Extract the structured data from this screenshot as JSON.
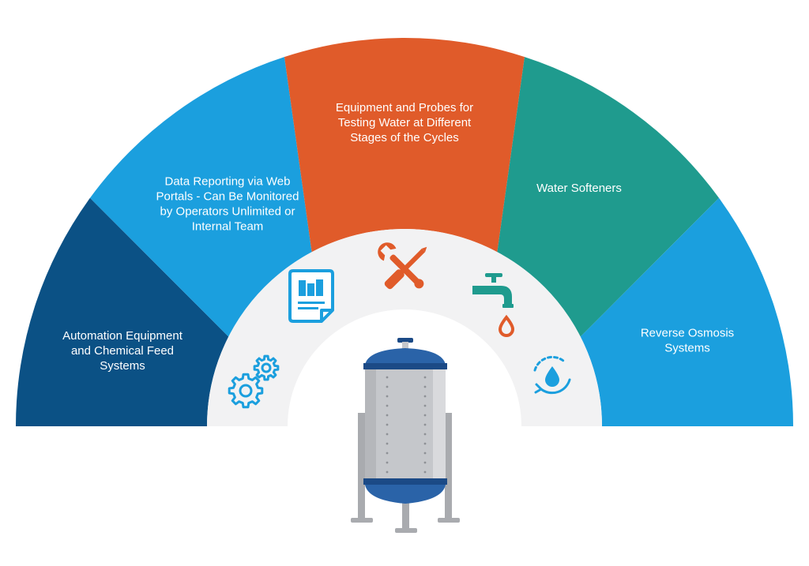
{
  "segments": [
    {
      "id": "automation",
      "lines": [
        "Automation Equipment",
        "and Chemical Feed",
        "Systems"
      ]
    },
    {
      "id": "data-reporting",
      "lines": [
        "Data Reporting via Web",
        "Portals - Can Be Monitored",
        "by Operators Unlimited or",
        "Internal Team"
      ]
    },
    {
      "id": "equipment-probes",
      "lines": [
        "Equipment and Probes for",
        "Testing Water at Different",
        "Stages of the Cycles"
      ]
    },
    {
      "id": "water-softeners",
      "lines": [
        "Water Softeners"
      ]
    },
    {
      "id": "reverse-osmosis",
      "lines": [
        "Reverse Osmosis",
        "Systems"
      ]
    }
  ],
  "icons": [
    {
      "name": "gears-icon"
    },
    {
      "name": "report-document-icon"
    },
    {
      "name": "tools-icon"
    },
    {
      "name": "faucet-icon"
    },
    {
      "name": "water-cycle-icon"
    },
    {
      "name": "water-tank-icon"
    }
  ],
  "colors": {
    "automation": "#0b5185",
    "data_reporting": "#1b9fde",
    "equipment_probes": "#e05b2a",
    "water_softeners": "#1f9b8e",
    "reverse_osmosis": "#1b9fde",
    "inner_ring": "#f2f2f3",
    "icon_blue": "#1b9fde",
    "icon_orange": "#e05b2a",
    "icon_teal": "#1f9b8e",
    "tank_blue": "#2a63a8",
    "tank_dark": "#1b4a86",
    "tank_steel": "#c5c7cb",
    "tank_leg": "#a9abaf"
  }
}
